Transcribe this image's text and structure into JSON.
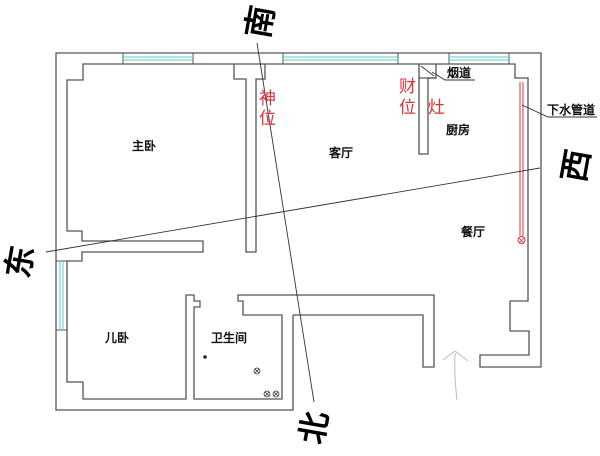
{
  "title": "户型风水方位图",
  "directions": {
    "south": "南",
    "north": "北",
    "east": "东",
    "west": "西"
  },
  "rooms": {
    "master_bedroom": "主卧",
    "living_room": "客厅",
    "kitchen": "厨房",
    "dining_room": "餐厅",
    "kids_bedroom": "儿卧",
    "bathroom": "卫生间"
  },
  "annotations": {
    "shrine_position_1": "神",
    "shrine_position_2": "位",
    "wealth_position_1": "财",
    "wealth_position_2": "位",
    "stove": "灶",
    "flue": "烟道",
    "drain_pipe": "下水管道"
  },
  "colors": {
    "wall": "#555555",
    "window": "#55cccc",
    "annotation": "#e0303a",
    "entrance_arrow": "#bbbbbb"
  }
}
